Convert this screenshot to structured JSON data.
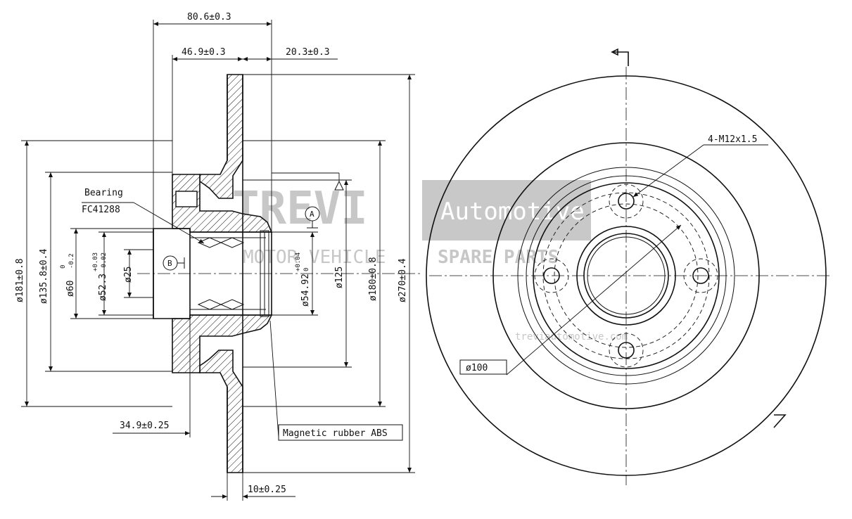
{
  "watermark": {
    "brand": "TREVI",
    "brand_suffix": "Automotive",
    "tagline_left": "MOTOR VEHICLE",
    "tagline_right": "SPARE PARTS",
    "url": "treviautomotive.com"
  },
  "section_view": {
    "dim_overall_width": "80.6±0.3",
    "dim_hub_width": "46.9±0.3",
    "dim_disc_offset": "20.3±0.3",
    "dim_bearing_offset": "34.9±0.25",
    "dim_disc_thickness": "10±0.25",
    "dia_181": "ø181±0.8",
    "dia_135": "ø135.8±0.4",
    "dia_60": "ø60",
    "dia_60_tol_upper": "0",
    "dia_60_tol_lower": "-0.2",
    "dia_52": "ø52.3",
    "dia_52_tol_upper": "+0.03",
    "dia_52_tol_lower": "-0.02",
    "dia_25": "ø25",
    "dia_54": "ø54.92",
    "dia_54_tol_upper": "+0.04",
    "dia_54_tol_lower": "0",
    "dia_125": "ø125",
    "dia_180": "ø180±0.8",
    "dia_270": "ø270±0.4",
    "bearing_label": "Bearing",
    "bearing_code": "FC41288",
    "datum_a": "A",
    "datum_b": "B",
    "abs_label": "Magnetic rubber ABS"
  },
  "front_view": {
    "thread_label": "4-M12x1.5",
    "pcd_label": "ø100"
  }
}
